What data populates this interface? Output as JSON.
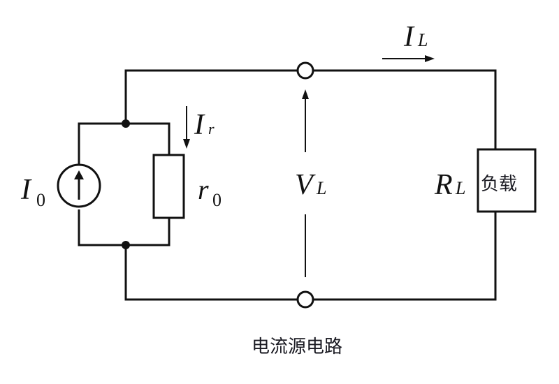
{
  "diagram": {
    "title": "电流源电路",
    "components": {
      "current_source": {
        "symbol": "I",
        "subscript": "0"
      },
      "internal_resistor": {
        "symbol": "r",
        "subscript": "0"
      },
      "load": {
        "symbol": "R",
        "subscript": "L",
        "box_text": "负载"
      }
    },
    "currents": {
      "internal": {
        "symbol": "I",
        "subscript": "r"
      },
      "load": {
        "symbol": "I",
        "subscript": "L"
      }
    },
    "voltages": {
      "load": {
        "symbol": "V",
        "subscript": "L"
      }
    },
    "colors": {
      "wire": "#111111",
      "background": "#ffffff"
    }
  }
}
